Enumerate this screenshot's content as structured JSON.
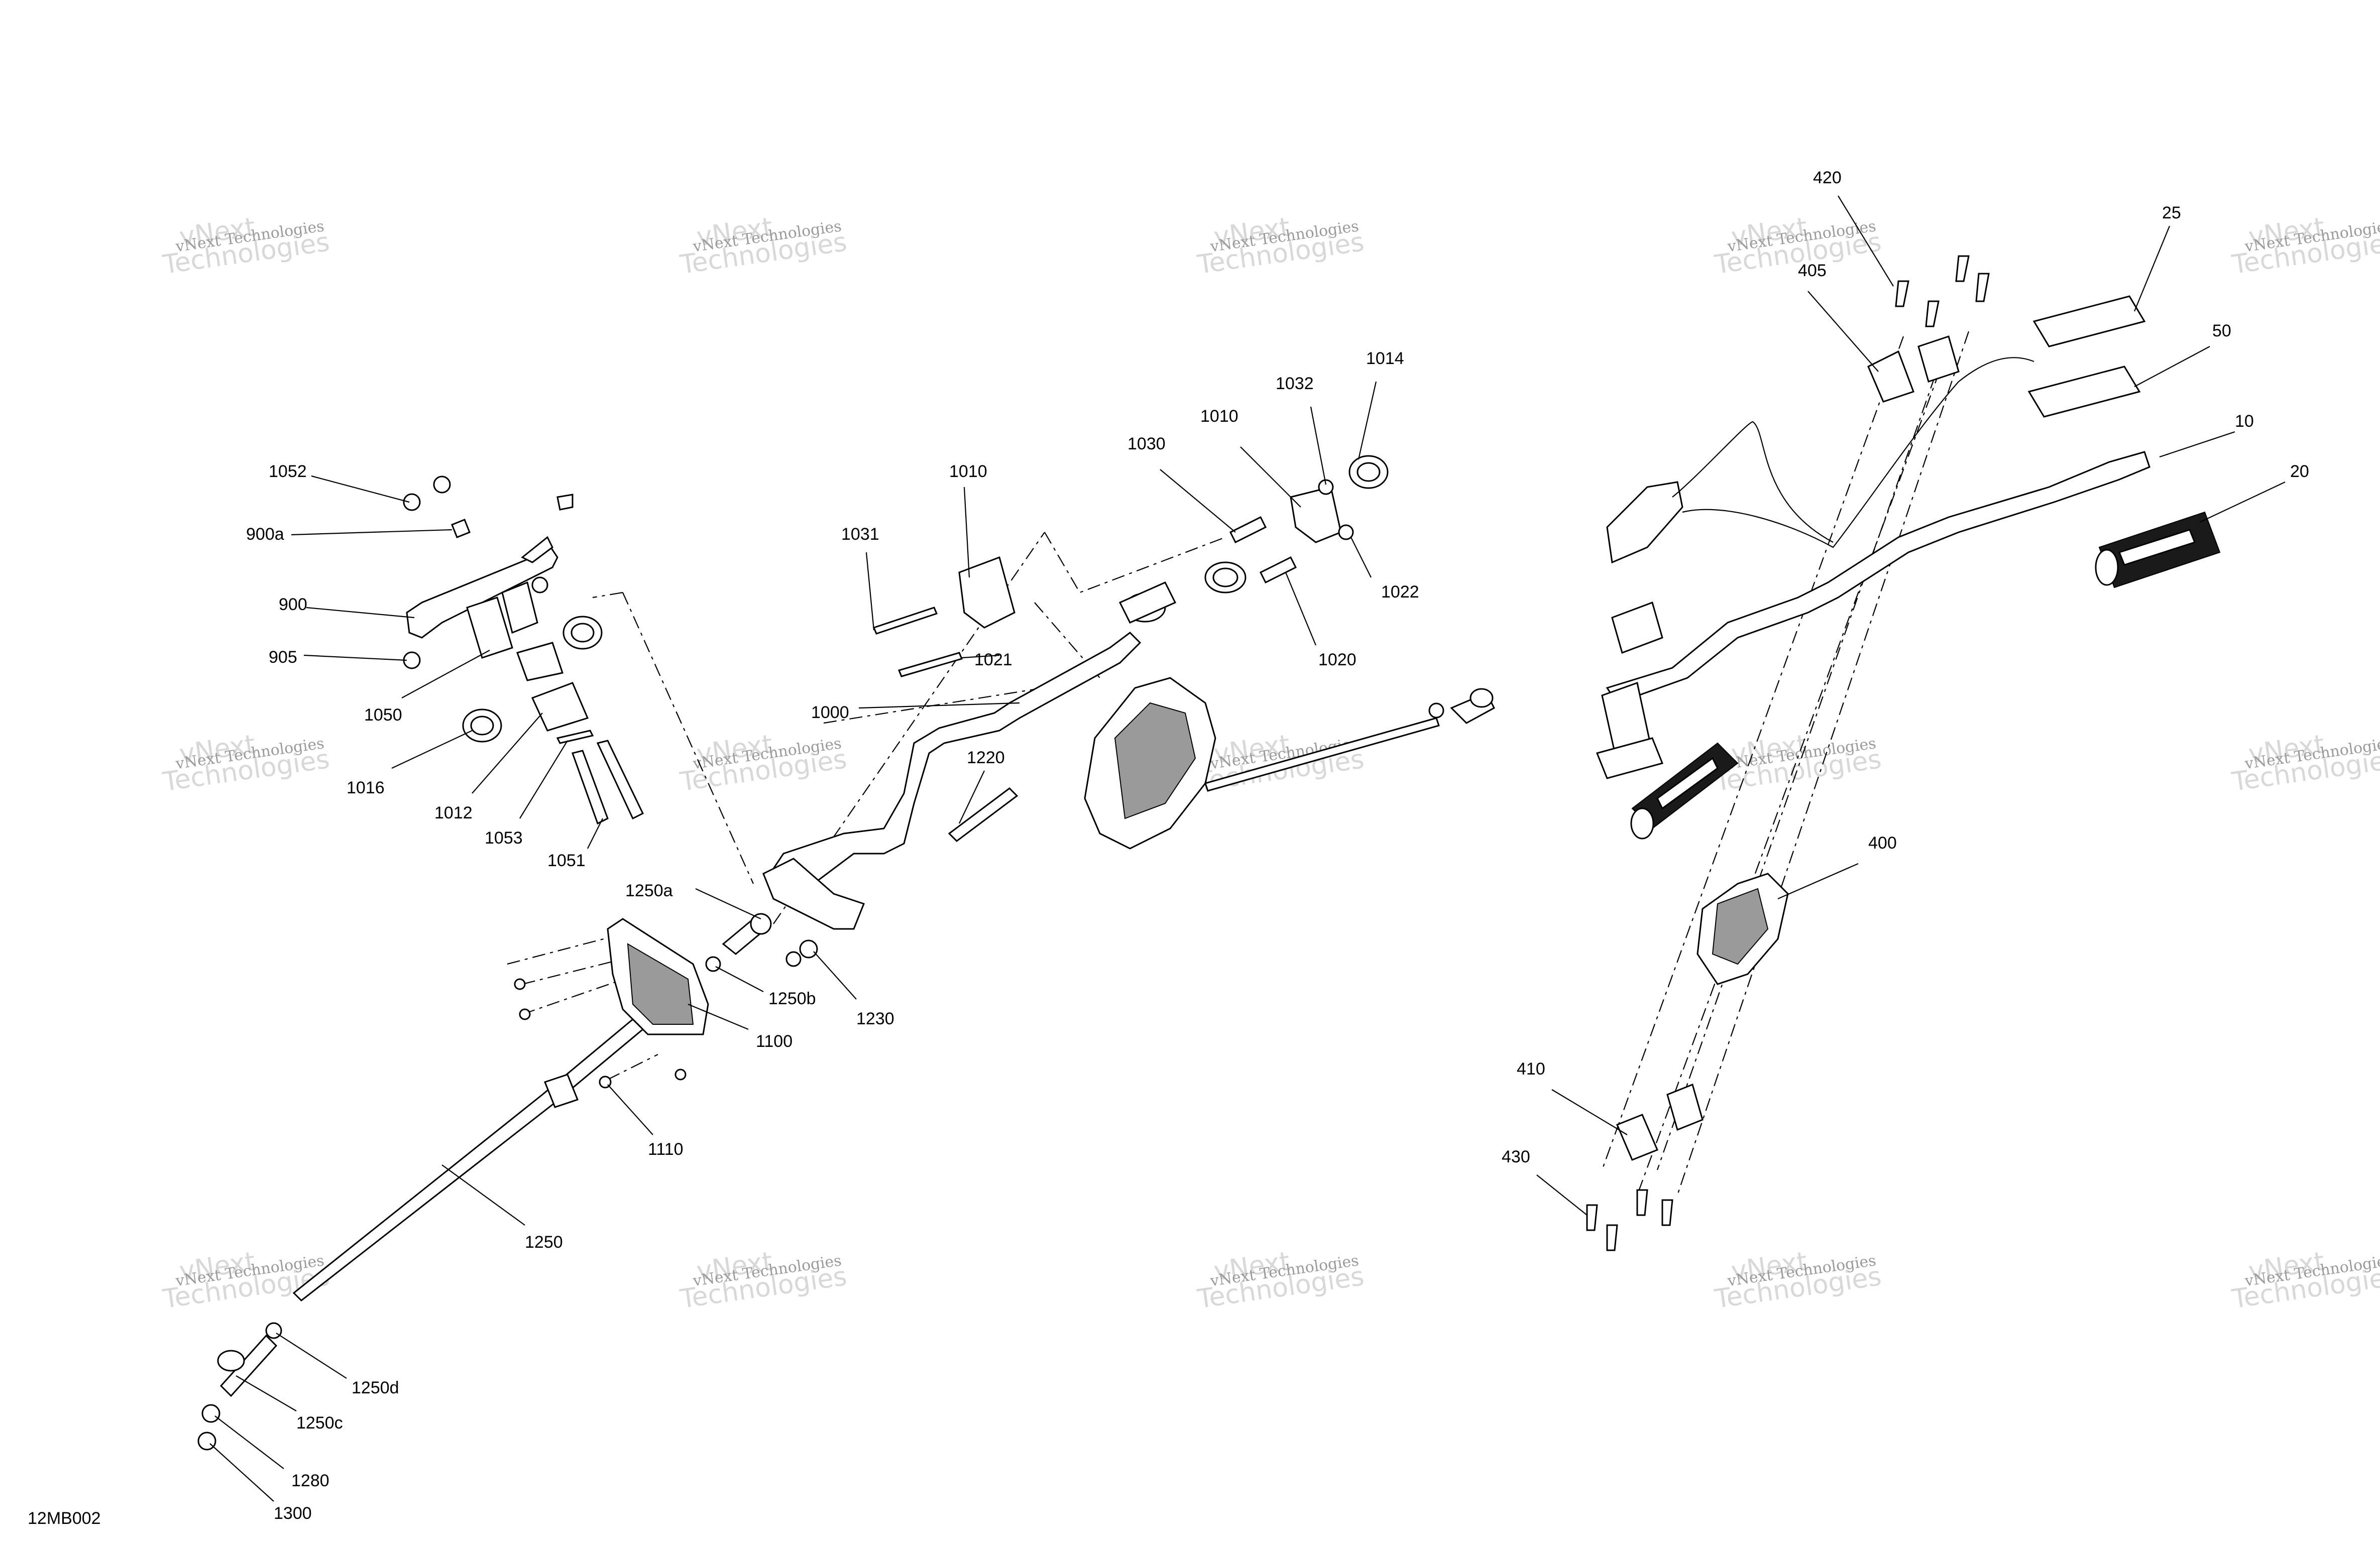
{
  "diagram_id": "12MB002",
  "watermark": {
    "line1": "vNext Technologies",
    "line2": "vNext",
    "line3": "Technologies"
  },
  "callouts": {
    "c10": "10",
    "c20": "20",
    "c25": "25",
    "c50": "50",
    "c400": "400",
    "c405": "405",
    "c410": "410",
    "c420": "420",
    "c430": "430",
    "c900": "900",
    "c900a": "900a",
    "c905": "905",
    "c1000": "1000",
    "c1010a": "1010",
    "c1010b": "1010",
    "c1012": "1012",
    "c1014": "1014",
    "c1016": "1016",
    "c1020": "1020",
    "c1021": "1021",
    "c1022": "1022",
    "c1030": "1030",
    "c1031": "1031",
    "c1032": "1032",
    "c1050": "1050",
    "c1051": "1051",
    "c1052": "1052",
    "c1053": "1053",
    "c1100": "1100",
    "c1110": "1110",
    "c1220": "1220",
    "c1230": "1230",
    "c1250": "1250",
    "c1250a": "1250a",
    "c1250b": "1250b",
    "c1250c": "1250c",
    "c1250d": "1250d",
    "c1280": "1280",
    "c1300": "1300"
  }
}
